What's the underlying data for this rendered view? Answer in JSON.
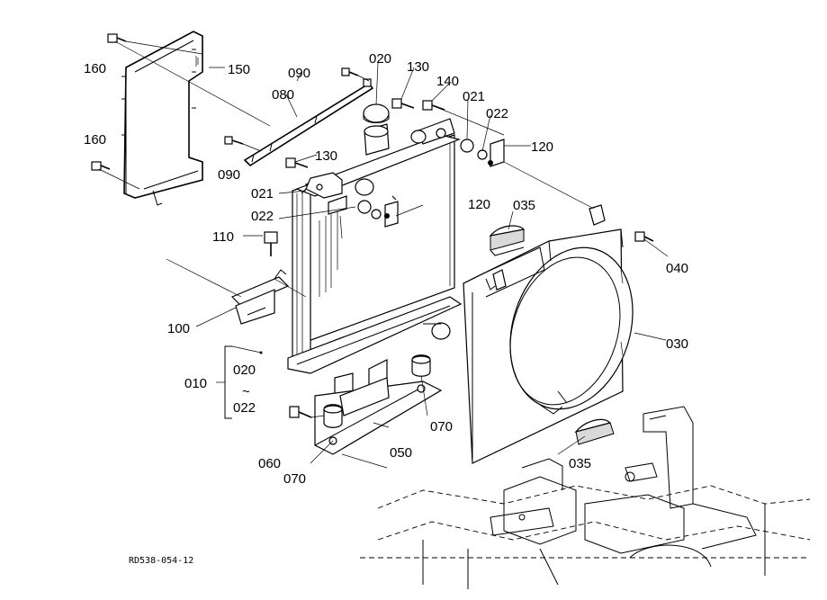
{
  "drawing_ref": "RD538-054-12",
  "range_label": {
    "from": "020",
    "tilde": "~",
    "to": "022",
    "group": "010"
  },
  "parts": {
    "p020": "020",
    "p021a": "021",
    "p021b": "021",
    "p022a": "022",
    "p022b": "022",
    "p030": "030",
    "p035a": "035",
    "p035b": "035",
    "p040": "040",
    "p050": "050",
    "p060": "060",
    "p070a": "070",
    "p070b": "070",
    "p080": "080",
    "p090a": "090",
    "p090b": "090",
    "p100": "100",
    "p110": "110",
    "p120a": "120",
    "p120b": "120",
    "p130a": "130",
    "p130b": "130",
    "p140": "140",
    "p150": "150",
    "p160a": "160",
    "p160b": "160"
  }
}
